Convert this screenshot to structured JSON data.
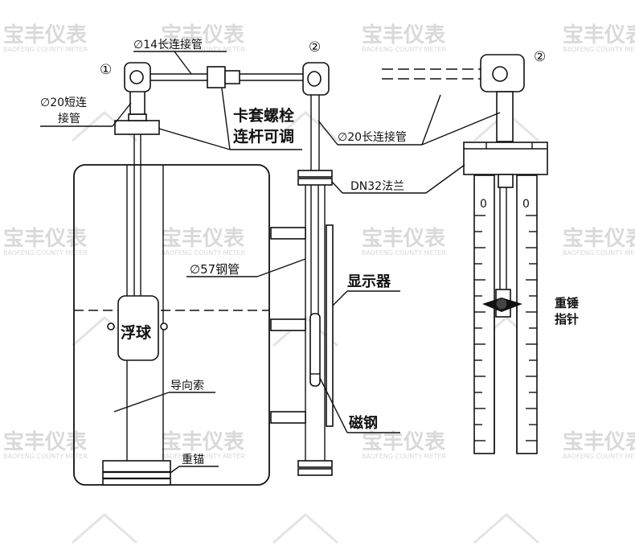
{
  "labels": {
    "short_pipe_line1": "∅20短连",
    "short_pipe_line2": "接管",
    "pipe14": "∅14长连接管",
    "marker1": "①",
    "marker2a": "②",
    "marker2b": "②",
    "clamp_line1": "卡套螺栓",
    "clamp_line2": "连杆可调",
    "pipe20": "∅20长连接管",
    "flange": "DN32法兰",
    "steel57": "∅57钢管",
    "display": "显示器",
    "float": "浮球",
    "guide": "导向索",
    "anchor": "重锚",
    "magnet": "磁钢",
    "pointer_line1": "重锤",
    "pointer_line2": "指针",
    "zero_left": "0",
    "zero_right": "0"
  },
  "watermark": {
    "cn": "宝丰仪表",
    "en": "BAOFENG COUNTY METER"
  },
  "colors": {
    "line": "#111111",
    "watermark": "#d9d9d9"
  }
}
